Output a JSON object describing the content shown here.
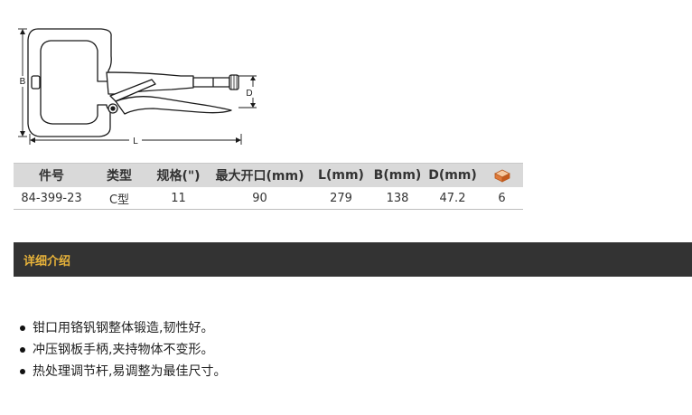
{
  "diagram": {
    "dim_labels": {
      "B": "B",
      "D": "D",
      "L": "L"
    },
    "colors": {
      "outline": "#1a1a1a",
      "fill": "#ffffff"
    }
  },
  "table": {
    "headers": [
      "件号",
      "类型",
      "规格(\")",
      "最大开口(mm)",
      "L(mm)",
      "B(mm)",
      "D(mm)"
    ],
    "pack_icon": "package-box-icon",
    "rows": [
      [
        "84-399-23",
        "C型",
        "11",
        "90",
        "279",
        "138",
        "47.2",
        "6"
      ]
    ]
  },
  "details": {
    "title": "详细介绍",
    "colors": {
      "bar": "#333333",
      "title": "#e8b33a"
    }
  },
  "features": [
    "钳口用铬钒钢整体锻造,韧性好。",
    "冲压钢板手柄,夹持物体不变形。",
    "热处理调节杆,易调整为最佳尺寸。"
  ]
}
